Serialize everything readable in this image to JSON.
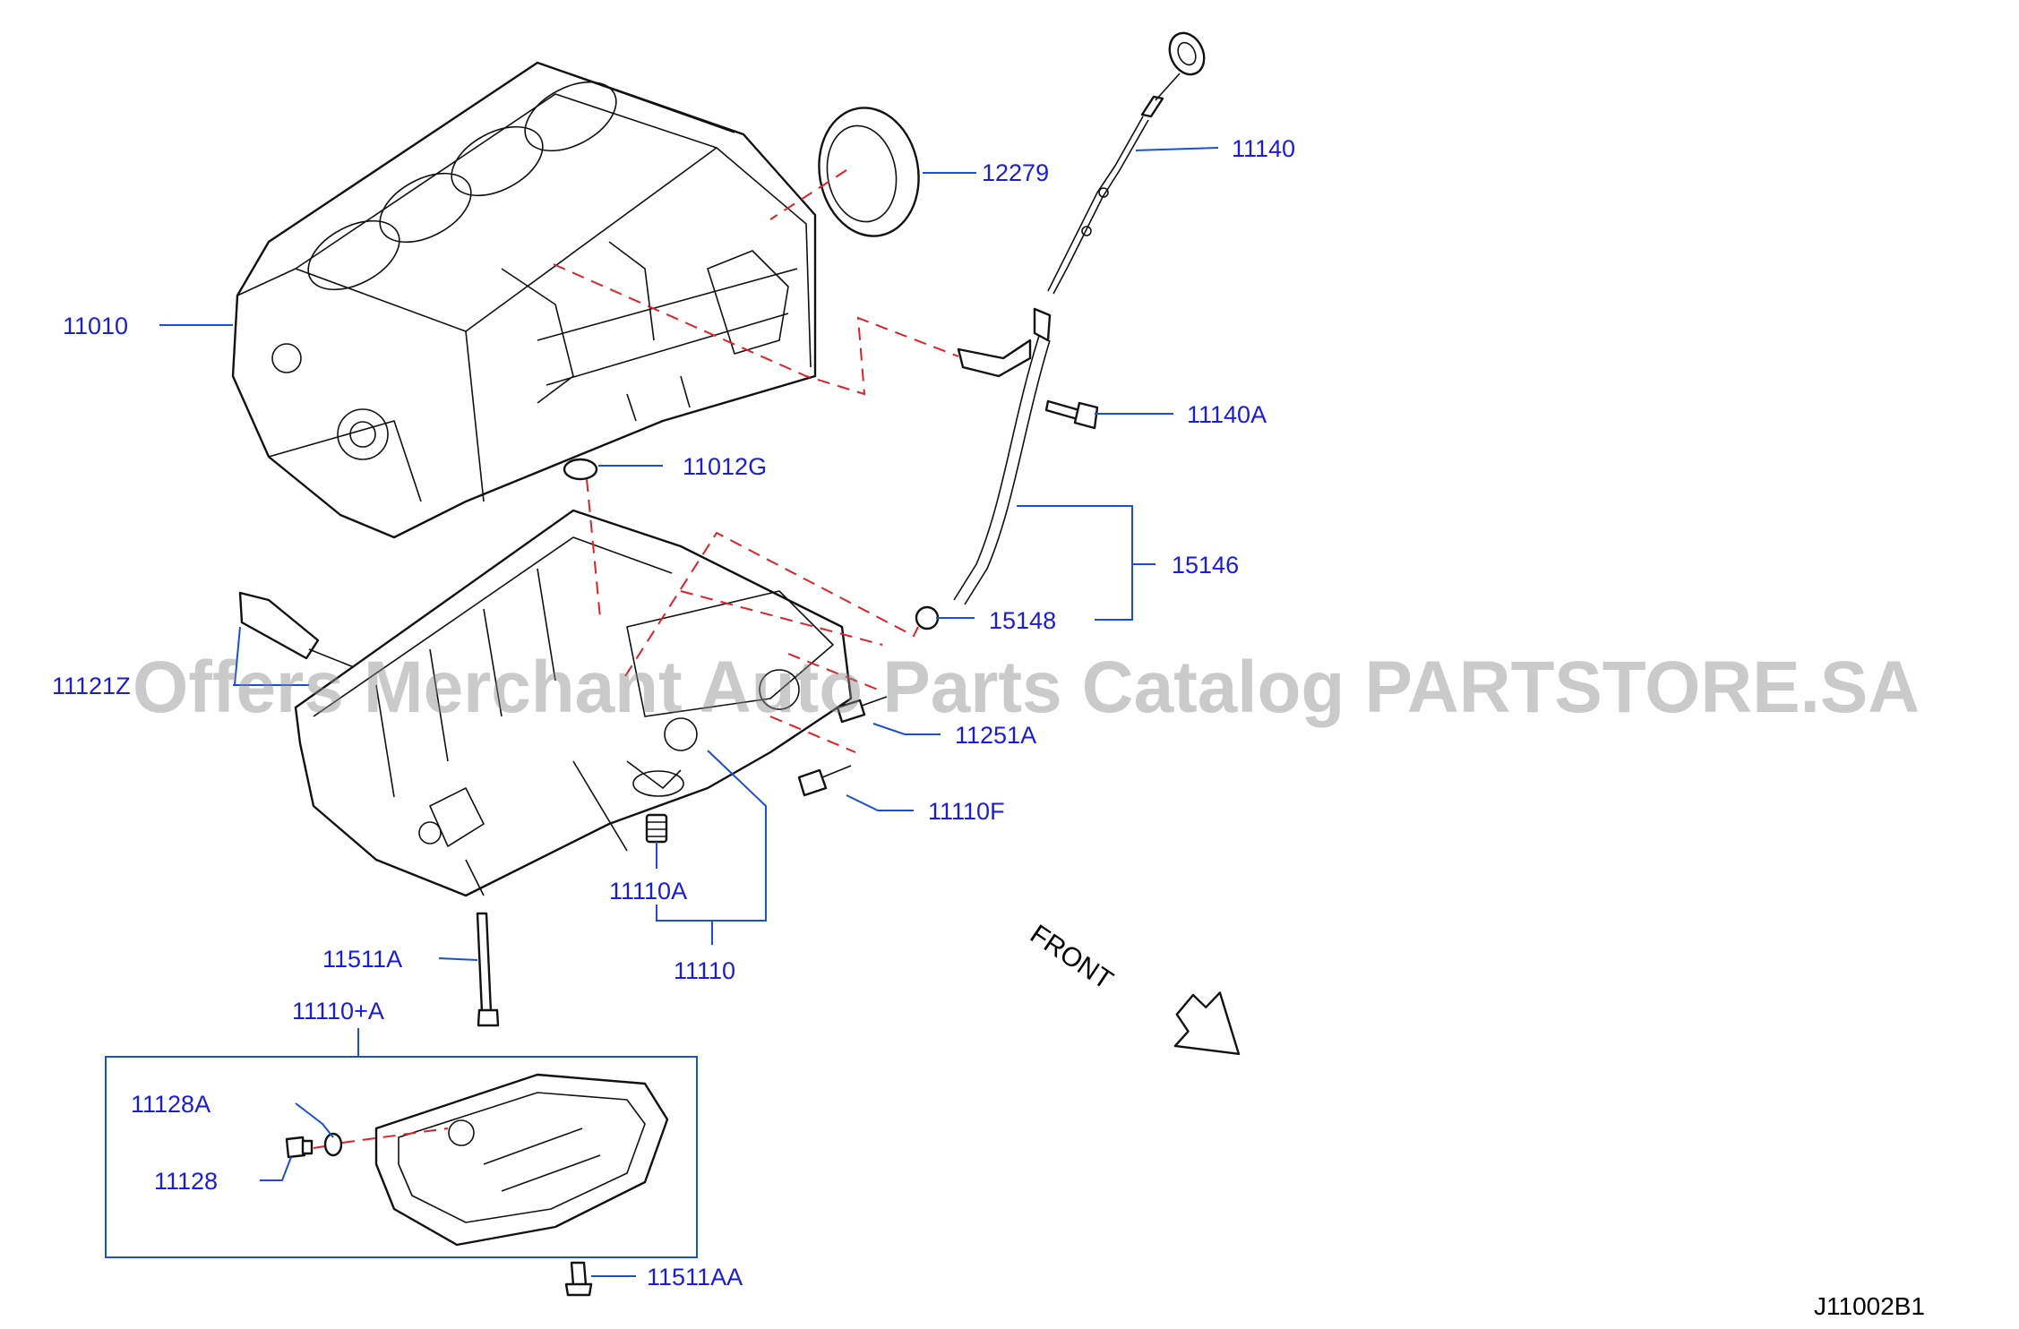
{
  "diagram_code": "J11002B1",
  "watermark": "Offers Merchant Auto Parts Catalog PARTSTORE.SA",
  "direction_label": "FRONT",
  "callouts": {
    "p12279": "12279",
    "p11140": "11140",
    "p11010": "11010",
    "p11140A": "11140A",
    "p11012G": "11012G",
    "p15146": "15146",
    "p15148": "15148",
    "p11121Z": "11121Z",
    "p11251A": "11251A",
    "p11110F": "11110F",
    "p11110A": "11110A",
    "p11110": "11110",
    "p11511A": "11511A",
    "p11110plusA": "11110+A",
    "p11128A": "11128A",
    "p11128": "11128",
    "p11511AA": "11511AA"
  }
}
